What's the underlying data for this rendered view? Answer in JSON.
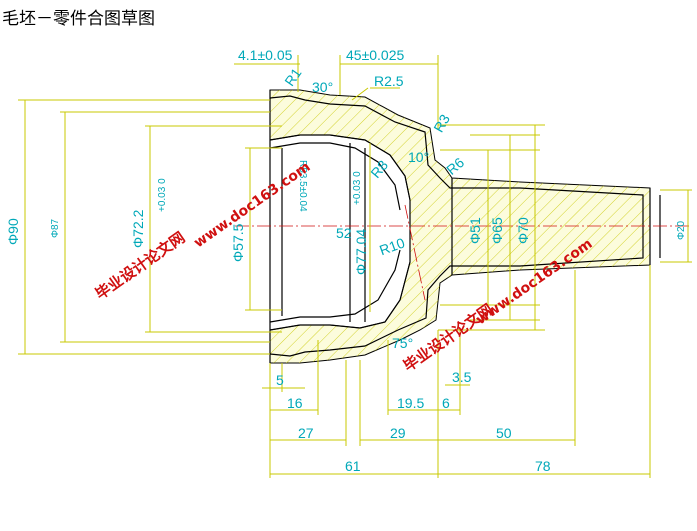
{
  "title": "毛坯－零件合图草图",
  "dims": {
    "d4_1": "4.1±0.05",
    "d45": "45±0.025",
    "r1": "R1",
    "a30": "30°",
    "r25": "R2.5",
    "r3": "R3",
    "a10": "10°",
    "r6": "R6",
    "r8": "R8",
    "r10": "R10",
    "a75": "75°",
    "r53": "R53.5±0.04",
    "phi90": "Φ90",
    "phi87": "Φ87",
    "phi72": "Φ72.2",
    "tol72": "+0.03\n0",
    "phi57": "Φ57.5",
    "s52": "52",
    "phi77": "Φ77.04",
    "tol77": "+0.03\n0",
    "phi51": "Φ51",
    "phi65": "Φ65",
    "phi70": "Φ70",
    "phi20": "Φ20",
    "d5": "5",
    "d16": "16",
    "d27": "27",
    "d29": "29",
    "d19_5": "19.5",
    "d6": "6",
    "d3_5": "3.5",
    "d50": "50",
    "d61": "61",
    "d78": "78"
  },
  "watermarks": {
    "site_a": "www.doc163.com",
    "cn_a": "毕业设计论文网",
    "site_b": "www.doc163.com",
    "cn_b": "毕业设计论文网"
  }
}
